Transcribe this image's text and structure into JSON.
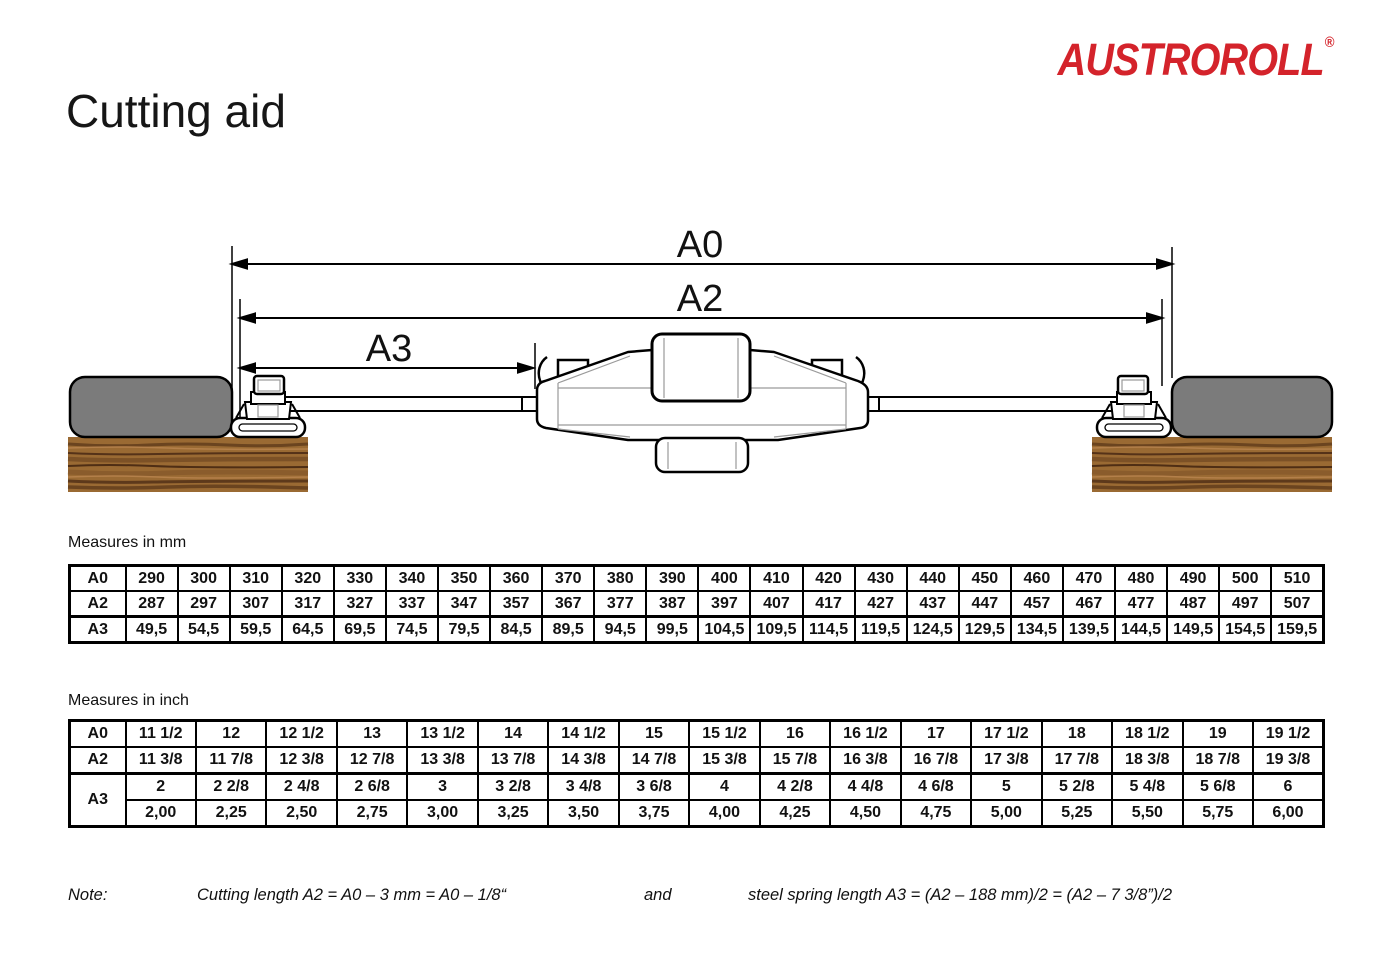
{
  "brand": {
    "logo_text": "AUSTROROLL",
    "registered_mark": "®",
    "color": "#d4232b"
  },
  "header": {
    "title": "Cutting aid"
  },
  "diagram": {
    "dim_labels": {
      "a0": "A0",
      "a2": "A2",
      "a3": "A3"
    }
  },
  "tables": {
    "mm": {
      "caption": "Measures in mm",
      "row_headers": [
        "A0",
        "A2",
        "A3"
      ],
      "a0": [
        "290",
        "300",
        "310",
        "320",
        "330",
        "340",
        "350",
        "360",
        "370",
        "380",
        "390",
        "400",
        "410",
        "420",
        "430",
        "440",
        "450",
        "460",
        "470",
        "480",
        "490",
        "500",
        "510"
      ],
      "a2": [
        "287",
        "297",
        "307",
        "317",
        "327",
        "337",
        "347",
        "357",
        "367",
        "377",
        "387",
        "397",
        "407",
        "417",
        "427",
        "437",
        "447",
        "457",
        "467",
        "477",
        "487",
        "497",
        "507"
      ],
      "a3": [
        "49,5",
        "54,5",
        "59,5",
        "64,5",
        "69,5",
        "74,5",
        "79,5",
        "84,5",
        "89,5",
        "94,5",
        "99,5",
        "104,5",
        "109,5",
        "114,5",
        "119,5",
        "124,5",
        "129,5",
        "134,5",
        "139,5",
        "144,5",
        "149,5",
        "154,5",
        "159,5"
      ]
    },
    "inch": {
      "caption": "Measures in inch",
      "row_headers": [
        "A0",
        "A2",
        "A3"
      ],
      "a0": [
        "11 1/2",
        "12",
        "12 1/2",
        "13",
        "13 1/2",
        "14",
        "14 1/2",
        "15",
        "15 1/2",
        "16",
        "16 1/2",
        "17",
        "17 1/2",
        "18",
        "18 1/2",
        "19",
        "19 1/2"
      ],
      "a2": [
        "11 3/8",
        "11 7/8",
        "12 3/8",
        "12 7/8",
        "13 3/8",
        "13 7/8",
        "14 3/8",
        "14 7/8",
        "15 3/8",
        "15 7/8",
        "16 3/8",
        "16 7/8",
        "17 3/8",
        "17 7/8",
        "18 3/8",
        "18 7/8",
        "19 3/8"
      ],
      "a3_fraction": [
        "2",
        "2 2/8",
        "2 4/8",
        "2 6/8",
        "3",
        "3 2/8",
        "3 4/8",
        "3 6/8",
        "4",
        "4 2/8",
        "4 4/8",
        "4 6/8",
        "5",
        "5 2/8",
        "5 4/8",
        "5 6/8",
        "6"
      ],
      "a3_decimal": [
        "2,00",
        "2,25",
        "2,50",
        "2,75",
        "3,00",
        "3,25",
        "3,50",
        "3,75",
        "4,00",
        "4,25",
        "4,50",
        "4,75",
        "5,00",
        "5,25",
        "5,50",
        "5,75",
        "6,00"
      ]
    }
  },
  "note": {
    "label": "Note:",
    "cutting_length": "Cutting length A2 = A0 – 3 mm = A0 – 1/8“",
    "conjunction": "and",
    "spring_length": "steel spring length A3 = (A2 – 188 mm)/2 = (A2 – 7 3/8”)/2"
  }
}
